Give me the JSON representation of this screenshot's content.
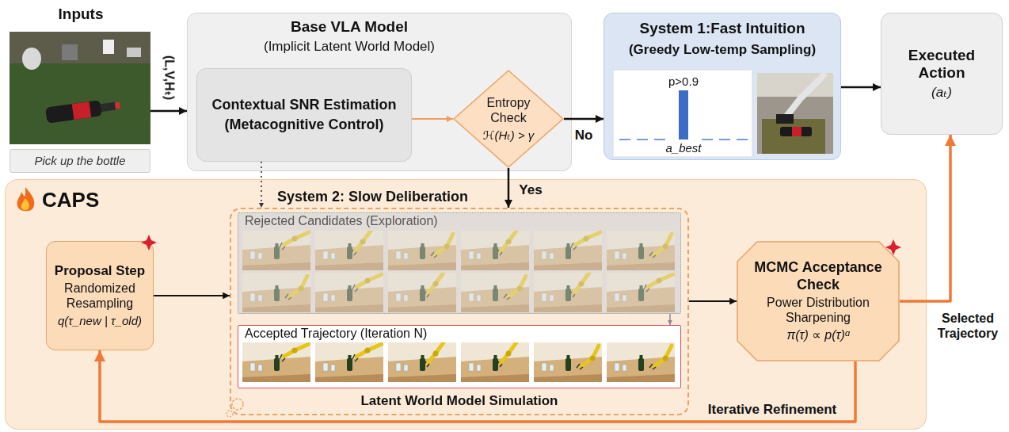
{
  "diagram": {
    "nodes": [
      {
        "text": [
          "Inputs"
        ]
      },
      {
        "text": [
          "Pick up the bottle"
        ]
      },
      {
        "text": [
          "Base VLA Model",
          "(Implicit Latent World Model)"
        ]
      },
      {
        "text": [
          "Contextual SNR Estimation",
          "(Metacognitive Control)"
        ],
        "in": 2
      },
      {
        "text": [
          "Entropy Check",
          "ℋ(Hₜ) > γ"
        ],
        "in": 2
      },
      {
        "text": [
          "System 1:Fast Intuition",
          "(Greedy Low-temp Sampling)"
        ]
      },
      {
        "text": [
          "Executed Action",
          "(aₜ)"
        ]
      },
      {
        "text": [
          "CAPS"
        ]
      },
      {
        "text": [
          "Proposal Step",
          "Randomized Resampling",
          "q(τ_new | τ_old)"
        ],
        "in": 7
      },
      {
        "text": [
          "System 2: Slow Deliberation",
          "Latent World Model Simulation"
        ],
        "in": 7
      },
      {
        "text": [
          "Rejected Candidates (Exploration)"
        ],
        "in": 9
      },
      {
        "text": [
          "Accepted Trajectory (Iteration N)"
        ],
        "in": 9
      },
      {
        "text": [
          "MCMC Acceptance Check",
          "Power Distribution Sharpening",
          "π(τ) ∝ p(τ)ᵅ"
        ],
        "in": 7
      }
    ],
    "edges": [
      {
        "from": 0,
        "to": 2,
        "arrow": "to",
        "label": "(L,V,Hₜ)"
      },
      {
        "from": 3,
        "to": 4,
        "arrow": "to"
      },
      {
        "from": 4,
        "to": 5,
        "arrow": "to",
        "label": "No"
      },
      {
        "from": 4,
        "to": 9,
        "arrow": "to",
        "label": "Yes"
      },
      {
        "from": 3,
        "to": 9,
        "arrow": "to"
      },
      {
        "from": 5,
        "to": 6,
        "arrow": "to"
      },
      {
        "from": 8,
        "to": 9,
        "arrow": "to"
      },
      {
        "from": 10,
        "to": 11,
        "arrow": "to"
      },
      {
        "from": 9,
        "to": 12,
        "arrow": "to"
      },
      {
        "from": 12,
        "to": 6,
        "arrow": "to",
        "label": "Selected Trajectory"
      },
      {
        "from": 12,
        "to": 8,
        "arrow": "to",
        "label": "Iterative Refinement"
      }
    ],
    "labels": [
      "p>0.9",
      "a_best"
    ]
  }
}
